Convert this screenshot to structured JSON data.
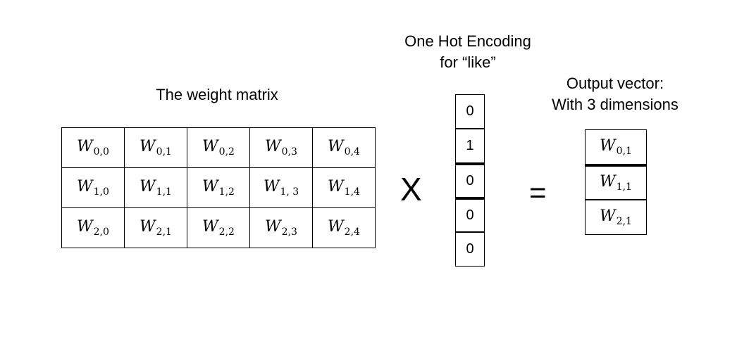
{
  "weight_matrix": {
    "caption": "The weight matrix",
    "symbol": "W",
    "rows": [
      [
        "0,0",
        "0,1",
        "0,2",
        "0,3",
        "0,4"
      ],
      [
        "1,0",
        "1,1",
        "1,2",
        "1, 3",
        "1,4"
      ],
      [
        "2,0",
        "2,1",
        "2,2",
        "2,3",
        "2,4"
      ]
    ]
  },
  "one_hot": {
    "caption_line1": "One Hot Encoding",
    "caption_line2": "for “like”",
    "values": [
      "0",
      "1",
      "0",
      "0",
      "0"
    ]
  },
  "operators": {
    "multiply": "X",
    "equals": "="
  },
  "output": {
    "caption_line1": "Output vector:",
    "caption_line2": "With 3 dimensions",
    "symbol": "W",
    "subscripts": [
      "0,1",
      "1,1",
      "2,1"
    ]
  }
}
